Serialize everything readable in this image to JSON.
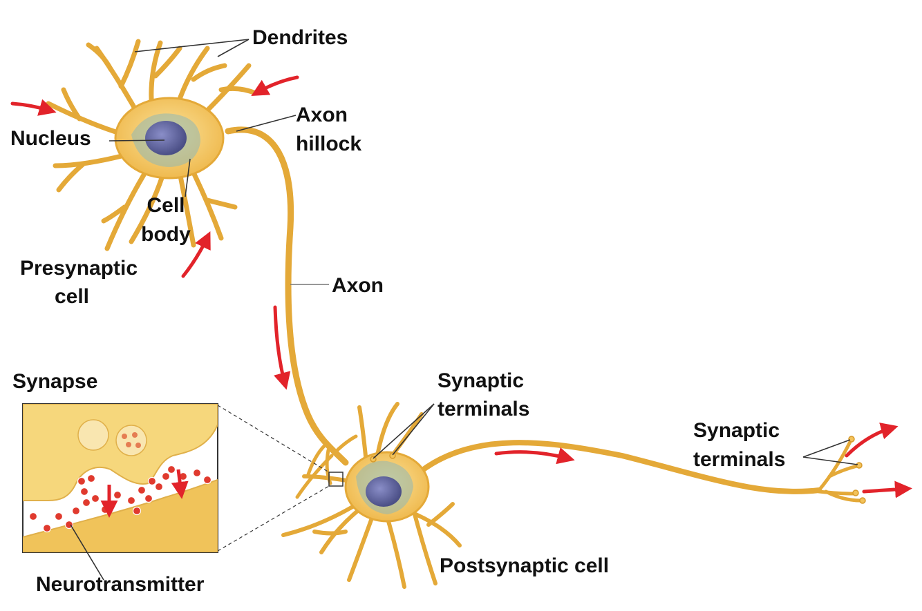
{
  "labels": {
    "dendrites": "Dendrites",
    "nucleus": "Nucleus",
    "axon_hillock_1": "Axon",
    "axon_hillock_2": "hillock",
    "cell_body_1": "Cell",
    "cell_body_2": "body",
    "presynaptic_1": "Presynaptic",
    "presynaptic_2": "cell",
    "axon": "Axon",
    "synapse": "Synapse",
    "synaptic_terminals_mid_1": "Synaptic",
    "synaptic_terminals_mid_2": "terminals",
    "synaptic_terminals_end_1": "Synaptic",
    "synaptic_terminals_end_2": "terminals",
    "postsynaptic": "Postsynaptic cell",
    "neurotransmitter": "Neurotransmitter"
  },
  "colors": {
    "neuron_fill": "#f3c35a",
    "neuron_stroke": "#d79a2b",
    "nucleus": "#5b5f9a",
    "arrow": "#e2232a",
    "vesicle": "#e03a2e",
    "leader": "#333333"
  }
}
